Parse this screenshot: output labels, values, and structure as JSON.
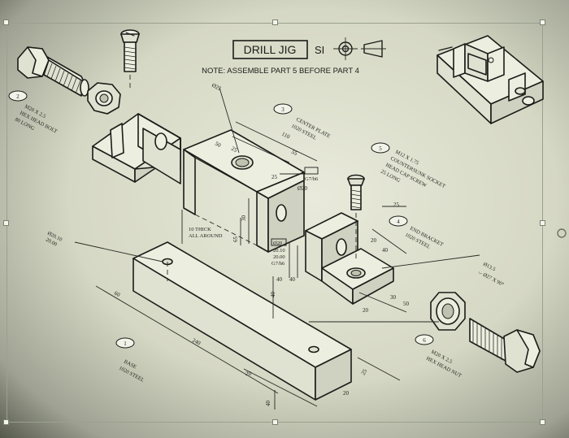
{
  "title": {
    "label": "DRILL JIG",
    "units": "SI",
    "note": "NOTE: ASSEMBLE PART 5 BEFORE PART 4"
  },
  "parts": [
    {
      "number": "1",
      "lines": [
        "BASE",
        "1020 STEEL"
      ]
    },
    {
      "number": "2",
      "lines": [
        "M20 X 2.5",
        "HEX HEAD BOLT",
        "80 LONG"
      ]
    },
    {
      "number": "3",
      "lines": [
        "CENTER PLATE",
        "1020 STEEL"
      ]
    },
    {
      "number": "4",
      "lines": [
        "END BRACKET",
        "1020 STEEL"
      ]
    },
    {
      "number": "5",
      "lines": [
        "M12 X 1.75",
        "COUNTERSUNK SOCKET",
        "HEAD CAP SCREW",
        "25 LONG"
      ]
    },
    {
      "number": "6",
      "lines": [
        "M20 X 2.5",
        "HEX HEAD NUT"
      ]
    }
  ],
  "notes": {
    "thickness": [
      "10 THICK",
      "ALL AROUND"
    ],
    "hole_callout": [
      "Ø13.5",
      "⌵ Ø27 X 90°"
    ],
    "tolerance_center": [
      "Ø20",
      "20.10",
      "20.00"
    ],
    "tolerance_left": [
      "Ø20.10",
      "20.00"
    ],
    "fit_center": [
      "G7/h6"
    ],
    "fit_bracket": [
      "G7/h6"
    ]
  },
  "dimensions": {
    "base": [
      "240",
      "60",
      "40",
      "20",
      "20",
      "25"
    ],
    "center_plate": [
      "110",
      "55",
      "50",
      "25",
      "25",
      "65",
      "30",
      "40",
      "40"
    ],
    "end_bracket": [
      "25",
      "20",
      "40",
      "30",
      "50",
      "20",
      "40"
    ],
    "hole": [
      "Ø25",
      "Ø20"
    ]
  }
}
